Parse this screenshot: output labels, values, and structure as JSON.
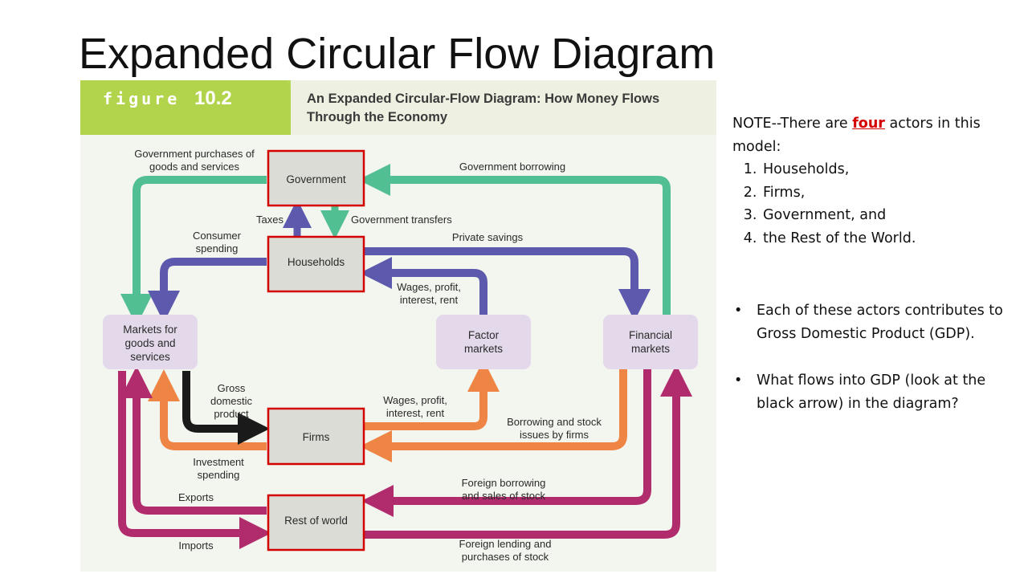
{
  "slide": {
    "title": "Expanded Circular Flow Diagram"
  },
  "figure": {
    "label_word": "figure",
    "label_number": "10.2",
    "title_line1": "An Expanded Circular-Flow Diagram: How Money Flows",
    "title_line2": "Through the Economy",
    "nodes": {
      "government": "Government",
      "households": "Households",
      "markets_line1": "Markets for",
      "markets_line2": "goods and",
      "markets_line3": "services",
      "factor_line1": "Factor",
      "factor_line2": "markets",
      "financial_line1": "Financial",
      "financial_line2": "markets",
      "firms": "Firms",
      "rest_of_world": "Rest of world"
    },
    "flows": {
      "gov_purchases_line1": "Government purchases of",
      "gov_purchases_line2": "goods and services",
      "gov_borrowing": "Government borrowing",
      "taxes": "Taxes",
      "gov_transfers": "Government transfers",
      "consumer_spending_line1": "Consumer",
      "consumer_spending_line2": "spending",
      "private_savings": "Private savings",
      "wages_top_line1": "Wages, profit,",
      "wages_top_line2": "interest, rent",
      "gdp_line1": "Gross",
      "gdp_line2": "domestic",
      "gdp_line3": "product",
      "wages_bottom_line1": "Wages, profit,",
      "wages_bottom_line2": "interest, rent",
      "borrowing_stock_line1": "Borrowing and stock",
      "borrowing_stock_line2": "issues by firms",
      "investment_line1": "Investment",
      "investment_line2": "spending",
      "foreign_borrowing_line1": "Foreign borrowing",
      "foreign_borrowing_line2": "and sales of stock",
      "exports": "Exports",
      "imports": "Imports",
      "foreign_lending_line1": "Foreign lending and",
      "foreign_lending_line2": "purchases of stock"
    }
  },
  "notes": {
    "intro_before": "NOTE--There are ",
    "intro_highlight": "four",
    "intro_after": " actors in this model:",
    "actors": [
      "Households,",
      "Firms,",
      "Government, and",
      "the Rest of the World."
    ],
    "bullets": [
      "Each of these actors contributes to Gross Domestic Product (GDP).",
      "What flows into GDP (look at the black arrow) in the diagram?"
    ]
  },
  "colors": {
    "green_flow": "#52bf92",
    "blue_flow": "#5d5aae",
    "orange_flow": "#ee8545",
    "magenta_flow": "#b02c6c",
    "black_flow": "#1a1a1a",
    "highlight_box": "#d40000",
    "header_green": "#b2d44c",
    "figure_bg": "#f3f5ef",
    "node_fill": "#e3d9ea",
    "note_highlight": "#d40000"
  }
}
